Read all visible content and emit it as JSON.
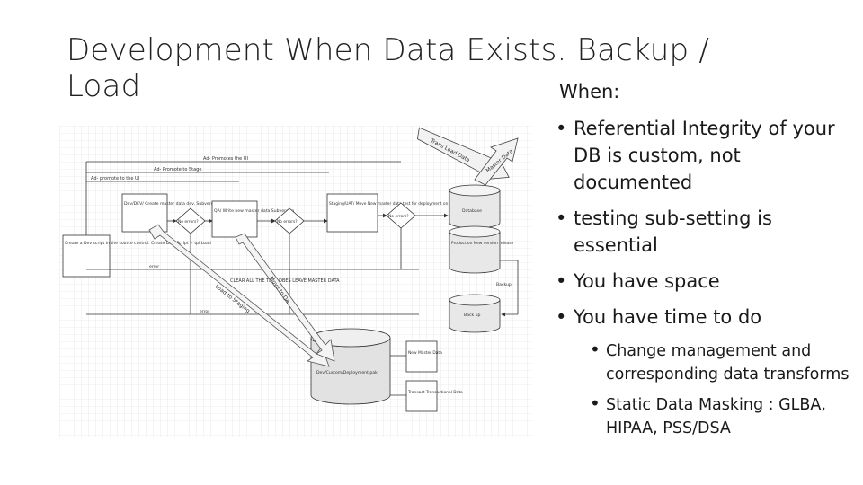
{
  "slide": {
    "title": "Development When Data Exists. Backup / Load",
    "when_label": "When:",
    "bullets": [
      "Referential Integrity of your DB is custom, not documented",
      "testing sub-setting is essential",
      "You have space",
      "You have time to do"
    ],
    "sub_bullets": [
      "Change management and corresponding data transforms",
      "Static Data Masking : GLBA, HIPAA, PSS/DSA"
    ]
  },
  "diagram": {
    "labels": {
      "top_note": "Ad- Promotes the UI",
      "no_promote_stage": "Ad- Promote to Stage",
      "promote_dev": "Ad- promote to the UI",
      "box_dev": "Dev/DEV/ Create master data dev. Subversion peer",
      "box_qa": "QA/ Write new master data Subversion",
      "box_staging": "Staging/UAT/ Move New master data test for deployment on UAT",
      "diamond_1": "No errors?",
      "diamond_2": "No errors?",
      "diamond_3": "No errors?",
      "left_box": "Create a Dev script in the source control. Create DML Script + tpl Load",
      "clear_line": "CLEAR ALL THE TEST DBES LEAVE MASTER DATA",
      "error_1": "error",
      "error_2": "error",
      "db_top": "Database",
      "db_prod": "Production New version release",
      "backup_label": "Backup",
      "db_backup": "Back up",
      "db_big": "Dev/Custom/Deployment pak",
      "box_masterdata": "New Master Data",
      "box_transact": "Transact Transactional Data",
      "arrow_1": "Trans Load Data",
      "arrow_2": "Master Data",
      "arrow_3": "Load to Staging",
      "arrow_4": "Move to QA"
    }
  }
}
